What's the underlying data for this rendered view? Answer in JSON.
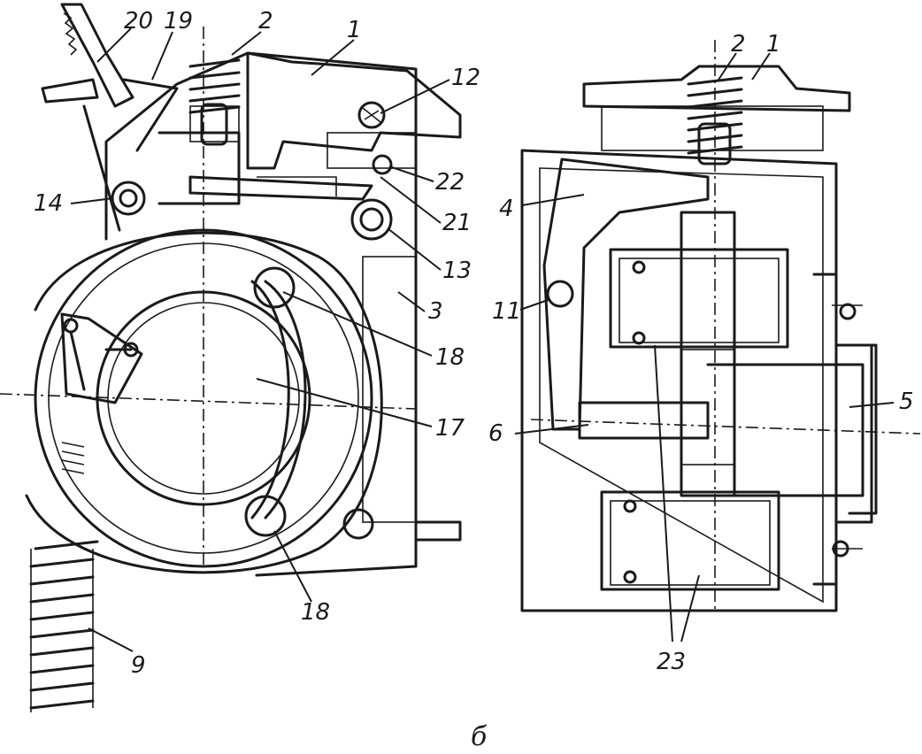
{
  "left_view": {
    "labels": [
      "20",
      "19",
      "2",
      "1",
      "12",
      "22",
      "14",
      "21",
      "13",
      "3",
      "18",
      "17",
      "18",
      "9"
    ]
  },
  "right_view": {
    "labels": [
      "2",
      "1",
      "4",
      "11",
      "5",
      "6",
      "23"
    ]
  },
  "caption": "б"
}
